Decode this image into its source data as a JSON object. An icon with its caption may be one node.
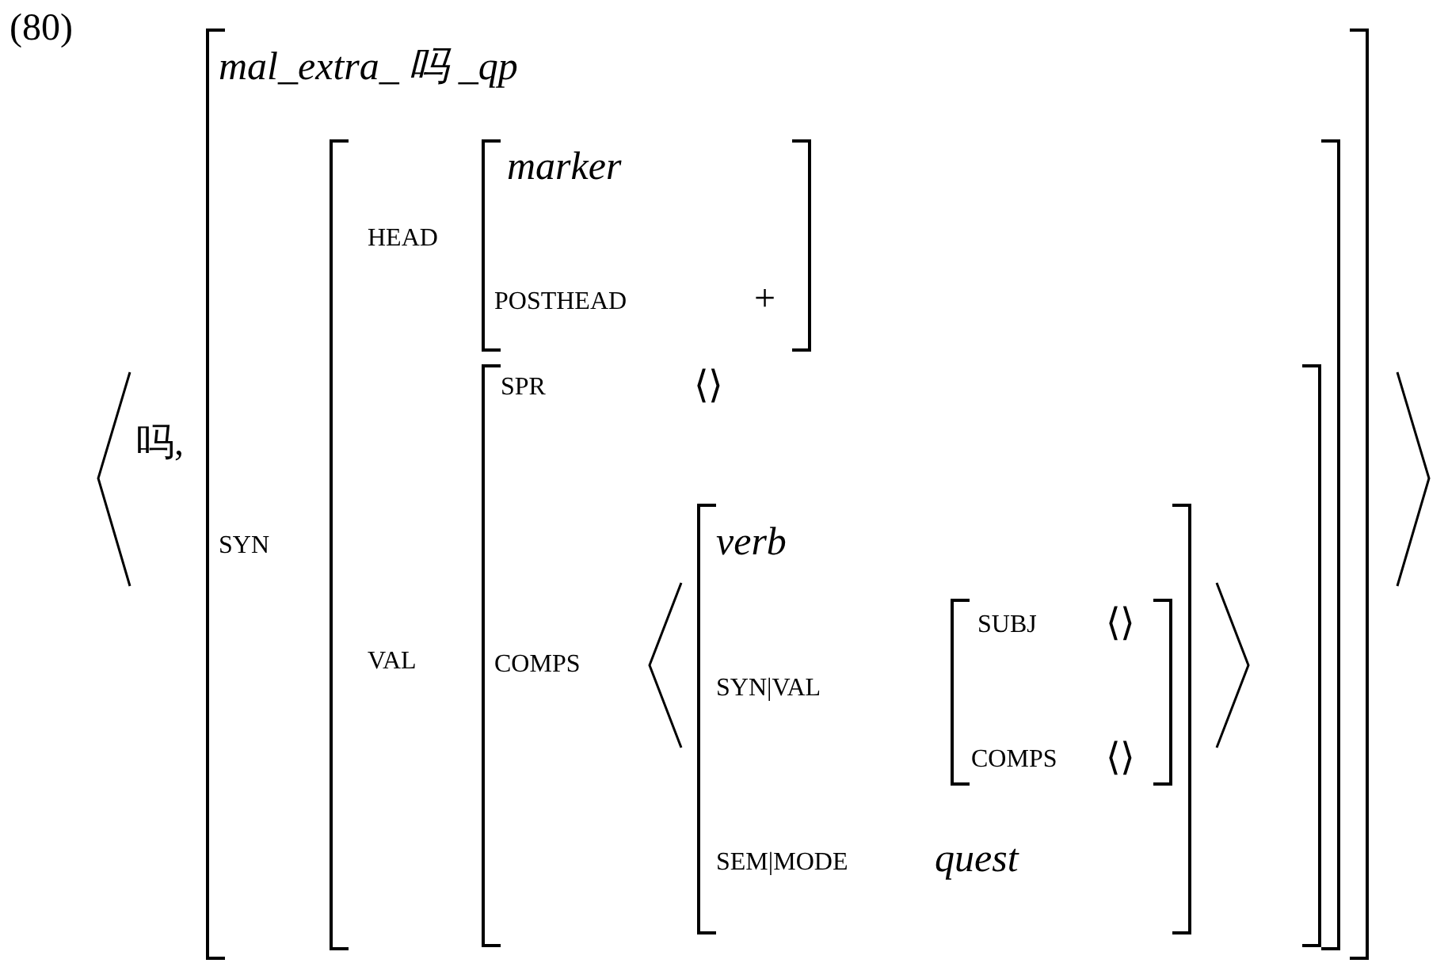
{
  "diagram": {
    "nodes": [
      {
        "text": [
          "mal_extra_ 吗 _qp",
          "SYN"
        ]
      },
      {
        "text": [
          "HEAD",
          "VAL"
        ],
        "in": 0
      },
      {
        "text": [
          "marker",
          "POSTHEAD",
          "+"
        ],
        "in": 1
      },
      {
        "text": [
          "SPR",
          "⟨⟩",
          "COMPS"
        ],
        "in": 1
      },
      {
        "text": [
          "verb",
          "SYN|VAL",
          "SEM|MODE",
          "quest"
        ],
        "in": 3
      },
      {
        "text": [
          "SUBJ",
          "⟨⟩",
          "COMPS",
          "⟨⟩"
        ],
        "in": 4
      }
    ],
    "labels": [
      "(80)",
      "吗,"
    ]
  }
}
